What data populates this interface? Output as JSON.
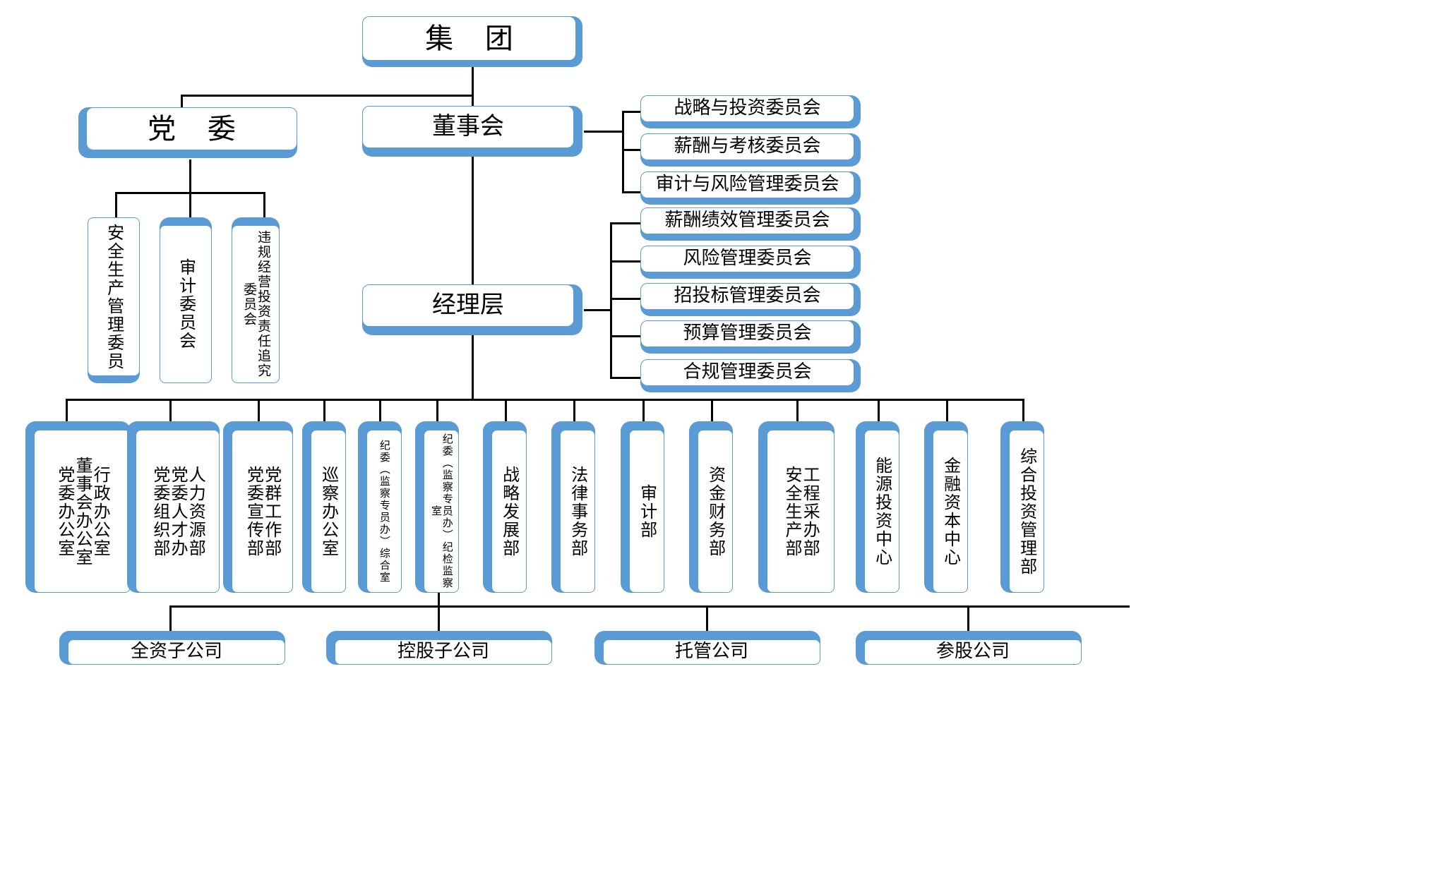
{
  "title": "集团组织架构图",
  "colors": {
    "accent": "#5B9BD5",
    "box_fill": "#FFFFFF",
    "line": "#000000",
    "text": "#000000"
  },
  "top": {
    "group": "集  团",
    "party": "党  委",
    "board": "董事会",
    "management": "经理层"
  },
  "party_committees": [
    "安全生产管理委员",
    "审计委员会",
    "违规经营投资责任追究委员会"
  ],
  "board_committees": [
    "战略与投资委员会",
    "薪酬与考核委员会",
    "审计与风险管理委员会"
  ],
  "management_committees": [
    "薪酬绩效管理委员会",
    "风险管理委员会",
    "招投标管理委员会",
    "预算管理委员会",
    "合规管理委员会"
  ],
  "departments": [
    {
      "lines": [
        "党委办公室",
        "董事会办公室",
        "行政办公室"
      ]
    },
    {
      "lines": [
        "党委组织部",
        "党委人才办",
        "人力资源部"
      ]
    },
    {
      "lines": [
        "党委宣传部",
        "党群工作部"
      ]
    },
    {
      "lines": [
        "巡察办公室"
      ]
    },
    {
      "lines": [
        "纪委（监察专员办）综合室"
      ]
    },
    {
      "lines": [
        "纪委（监察专员办）纪检监察室"
      ]
    },
    {
      "lines": [
        "战略发展部"
      ]
    },
    {
      "lines": [
        "法律事务部"
      ]
    },
    {
      "lines": [
        "审计部"
      ]
    },
    {
      "lines": [
        "资金财务部"
      ]
    },
    {
      "lines": [
        "安全生产部",
        "工程采办部"
      ]
    },
    {
      "lines": [
        "能源投资中心"
      ]
    },
    {
      "lines": [
        "金融资本中心"
      ]
    },
    {
      "lines": [
        "综合投资管理部"
      ]
    }
  ],
  "subsidiaries": [
    "全资子公司",
    "控股子公司",
    "托管公司",
    "参股公司"
  ]
}
